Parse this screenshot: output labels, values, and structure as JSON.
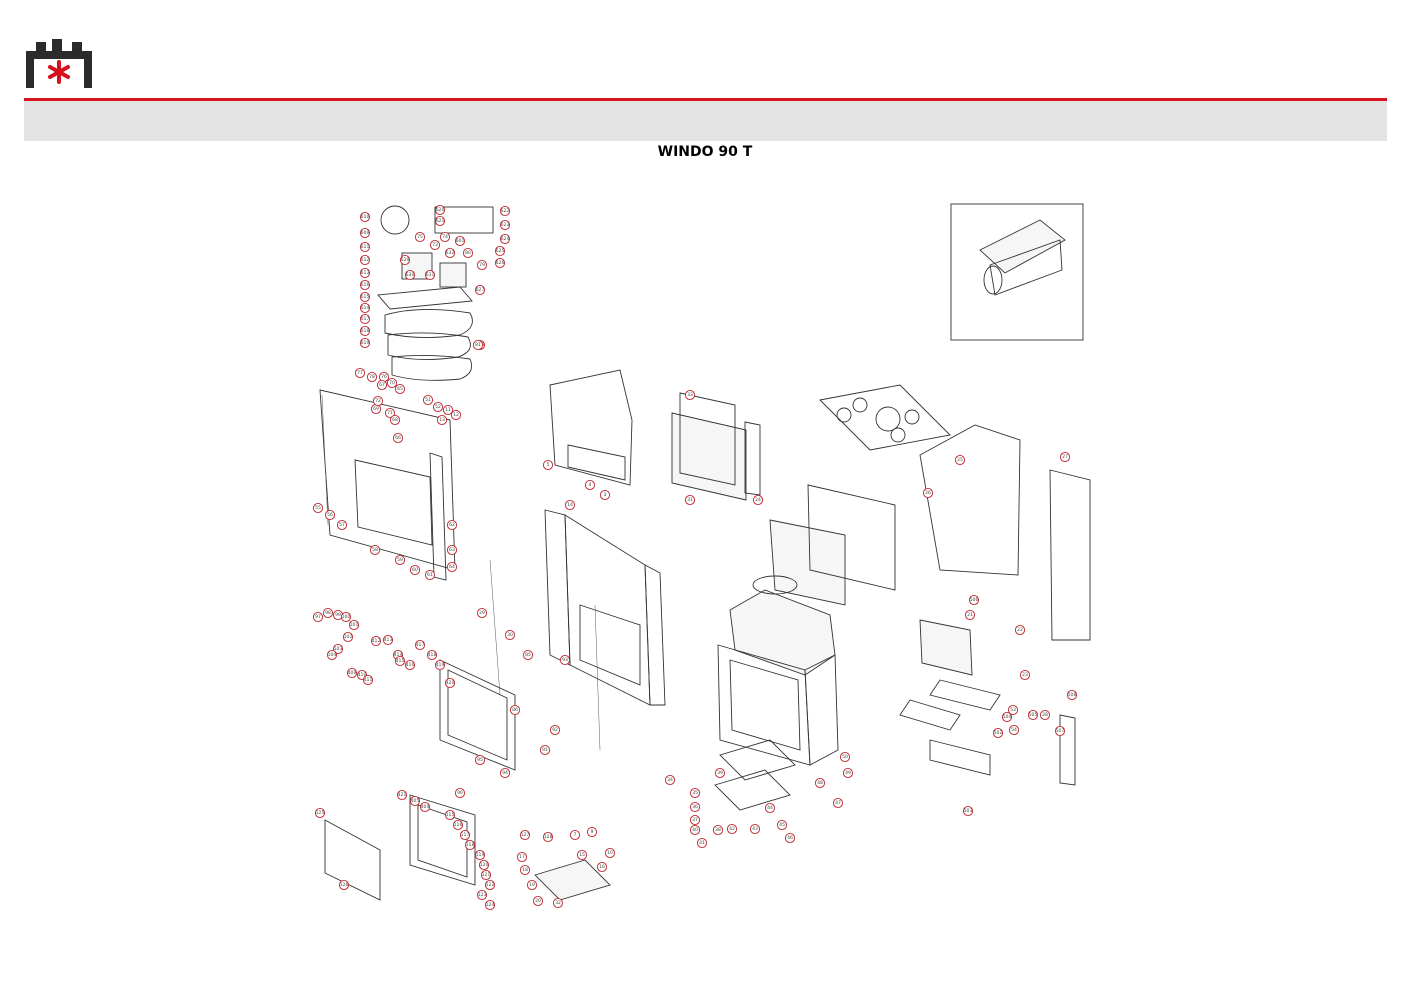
{
  "header": {
    "title": "WINDO 90 T",
    "brand_color": "#d6121c",
    "band_color": "#e3e3e3"
  },
  "icons": {
    "logo": "brand-logo"
  },
  "diagram": {
    "callouts": [
      "610",
      "609",
      "611",
      "612",
      "613",
      "616",
      "615",
      "614",
      "617",
      "618",
      "619",
      "620",
      "621",
      "622",
      "623",
      "624",
      "625",
      "626",
      "627",
      "628",
      "629",
      "630",
      "631",
      "632",
      "601",
      "74",
      "73",
      "75",
      "80",
      "79",
      "81",
      "77",
      "78",
      "76",
      "70",
      "65",
      "67",
      "69",
      "71",
      "72",
      "68",
      "66",
      "55",
      "56",
      "57",
      "58",
      "59",
      "60",
      "61",
      "62",
      "63",
      "64",
      "51",
      "52",
      "11",
      "12",
      "13",
      "5",
      "4",
      "3",
      "14",
      "33",
      "31",
      "24",
      "25",
      "26",
      "27",
      "21",
      "22",
      "23",
      "28",
      "29",
      "30",
      "85",
      "86",
      "91",
      "92",
      "93",
      "94",
      "95",
      "96",
      "97",
      "98",
      "99",
      "100",
      "101",
      "102",
      "103",
      "104",
      "409",
      "410",
      "411",
      "412",
      "413",
      "414",
      "415",
      "416",
      "417",
      "418",
      "419",
      "420",
      "421",
      "405",
      "404",
      "115",
      "116",
      "117",
      "118",
      "119",
      "120",
      "121",
      "122",
      "123",
      "124",
      "125",
      "126",
      "127",
      "128",
      "7",
      "9",
      "10",
      "15",
      "16",
      "17",
      "18",
      "19",
      "20",
      "32",
      "34",
      "35",
      "36",
      "37",
      "38",
      "39",
      "40",
      "41",
      "42",
      "43",
      "44",
      "45",
      "46",
      "47",
      "48",
      "49",
      "50",
      "53",
      "54",
      "502",
      "503",
      "504",
      "505",
      "506",
      "507",
      "508"
    ]
  }
}
